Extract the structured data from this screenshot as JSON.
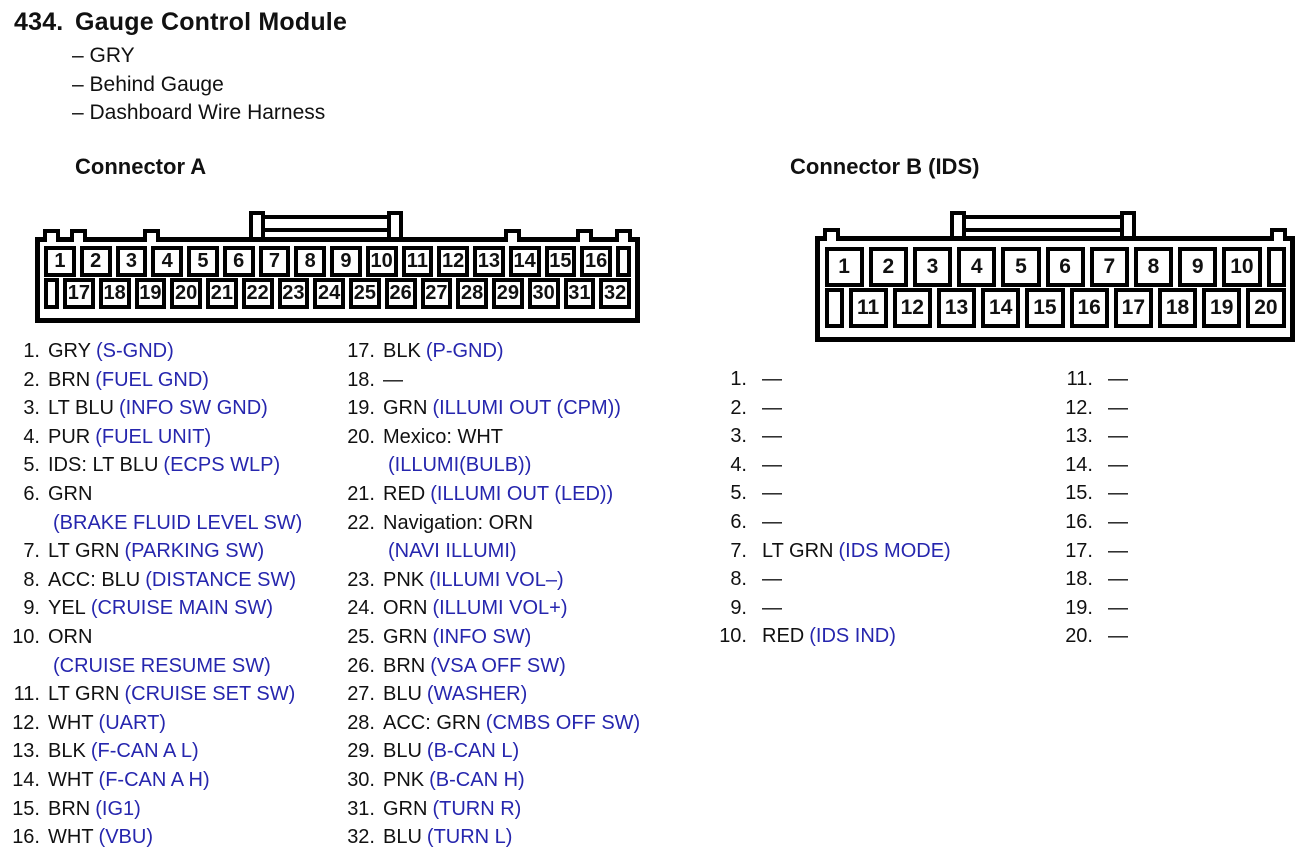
{
  "page": {
    "number": "434.",
    "title": "Gauge Control Module",
    "notes": [
      "– GRY",
      "– Behind Gauge",
      "– Dashboard Wire Harness"
    ]
  },
  "colors": {
    "signal_blue": "#2626ae",
    "ink": "#111111"
  },
  "connector_a": {
    "heading": "Connector A",
    "row1": [
      "1",
      "2",
      "3",
      "4",
      "5",
      "6",
      "7",
      "8",
      "9",
      "10",
      "11",
      "12",
      "13",
      "14",
      "15",
      "16"
    ],
    "row2": [
      "17",
      "18",
      "19",
      "20",
      "21",
      "22",
      "23",
      "24",
      "25",
      "26",
      "27",
      "28",
      "29",
      "30",
      "31",
      "32"
    ],
    "pins_left": [
      {
        "num": "1.",
        "wire": "GRY",
        "signal": "(S-GND)"
      },
      {
        "num": "2.",
        "wire": "BRN",
        "signal": "(FUEL GND)"
      },
      {
        "num": "3.",
        "wire": "LT BLU",
        "signal": "(INFO SW GND)"
      },
      {
        "num": "4.",
        "wire": "PUR",
        "signal": "(FUEL UNIT)"
      },
      {
        "num": "5.",
        "wire": "IDS: LT BLU",
        "signal": "(ECPS WLP)"
      },
      {
        "num": "6.",
        "wire": "GRN",
        "signal": "(BRAKE FLUID LEVEL SW)",
        "wrap": true
      },
      {
        "num": "7.",
        "wire": "LT GRN",
        "signal": "(PARKING SW)"
      },
      {
        "num": "8.",
        "wire": "ACC: BLU",
        "signal": "(DISTANCE SW)"
      },
      {
        "num": "9.",
        "wire": "YEL",
        "signal": "(CRUISE MAIN SW)"
      },
      {
        "num": "10.",
        "wire": "ORN",
        "signal": "(CRUISE RESUME SW)",
        "wrap": true
      },
      {
        "num": "11.",
        "wire": "LT GRN",
        "signal": "(CRUISE SET SW)"
      },
      {
        "num": "12.",
        "wire": "WHT",
        "signal": "(UART)"
      },
      {
        "num": "13.",
        "wire": "BLK",
        "signal": "(F-CAN A L)"
      },
      {
        "num": "14.",
        "wire": "WHT",
        "signal": "(F-CAN A H)"
      },
      {
        "num": "15.",
        "wire": "BRN",
        "signal": "(IG1)"
      },
      {
        "num": "16.",
        "wire": "WHT",
        "signal": "(VBU)"
      }
    ],
    "pins_right": [
      {
        "num": "17.",
        "wire": "BLK",
        "signal": "(P-GND)"
      },
      {
        "num": "18.",
        "wire": "—",
        "signal": ""
      },
      {
        "num": "19.",
        "wire": "GRN",
        "signal": "(ILLUMI OUT (CPM))"
      },
      {
        "num": "20.",
        "wire": "Mexico: WHT",
        "signal": "(ILLUMI(BULB))",
        "wrap": true
      },
      {
        "num": "21.",
        "wire": "RED",
        "signal": "(ILLUMI OUT (LED))"
      },
      {
        "num": "22.",
        "wire": "Navigation: ORN",
        "signal": "(NAVI ILLUMI)",
        "wrap": true
      },
      {
        "num": "23.",
        "wire": "PNK",
        "signal": "(ILLUMI VOL–)"
      },
      {
        "num": "24.",
        "wire": "ORN",
        "signal": "(ILLUMI VOL+)"
      },
      {
        "num": "25.",
        "wire": "GRN",
        "signal": "(INFO SW)"
      },
      {
        "num": "26.",
        "wire": "BRN",
        "signal": "(VSA OFF SW)"
      },
      {
        "num": "27.",
        "wire": "BLU",
        "signal": "(WASHER)"
      },
      {
        "num": "28.",
        "wire": "ACC: GRN",
        "signal": "(CMBS OFF SW)"
      },
      {
        "num": "29.",
        "wire": "BLU",
        "signal": "(B-CAN L)"
      },
      {
        "num": "30.",
        "wire": "PNK",
        "signal": "(B-CAN H)"
      },
      {
        "num": "31.",
        "wire": "GRN",
        "signal": "(TURN R)"
      },
      {
        "num": "32.",
        "wire": "BLU",
        "signal": "(TURN L)"
      }
    ]
  },
  "connector_b": {
    "heading": "Connector B (IDS)",
    "row1": [
      "1",
      "2",
      "3",
      "4",
      "5",
      "6",
      "7",
      "8",
      "9",
      "10"
    ],
    "row2": [
      "11",
      "12",
      "13",
      "14",
      "15",
      "16",
      "17",
      "18",
      "19",
      "20"
    ],
    "pins_left": [
      {
        "num": "1.",
        "wire": "—",
        "signal": ""
      },
      {
        "num": "2.",
        "wire": "—",
        "signal": ""
      },
      {
        "num": "3.",
        "wire": "—",
        "signal": ""
      },
      {
        "num": "4.",
        "wire": "—",
        "signal": ""
      },
      {
        "num": "5.",
        "wire": "—",
        "signal": ""
      },
      {
        "num": "6.",
        "wire": "—",
        "signal": ""
      },
      {
        "num": "7.",
        "wire": "LT GRN",
        "signal": "(IDS MODE)"
      },
      {
        "num": "8.",
        "wire": "—",
        "signal": ""
      },
      {
        "num": "9.",
        "wire": "—",
        "signal": ""
      },
      {
        "num": "10.",
        "wire": "RED",
        "signal": "(IDS IND)"
      }
    ],
    "pins_right": [
      {
        "num": "11.",
        "wire": "—",
        "signal": ""
      },
      {
        "num": "12.",
        "wire": "—",
        "signal": ""
      },
      {
        "num": "13.",
        "wire": "—",
        "signal": ""
      },
      {
        "num": "14.",
        "wire": "—",
        "signal": ""
      },
      {
        "num": "15.",
        "wire": "—",
        "signal": ""
      },
      {
        "num": "16.",
        "wire": "—",
        "signal": ""
      },
      {
        "num": "17.",
        "wire": "—",
        "signal": ""
      },
      {
        "num": "18.",
        "wire": "—",
        "signal": ""
      },
      {
        "num": "19.",
        "wire": "—",
        "signal": ""
      },
      {
        "num": "20.",
        "wire": "—",
        "signal": ""
      }
    ]
  }
}
